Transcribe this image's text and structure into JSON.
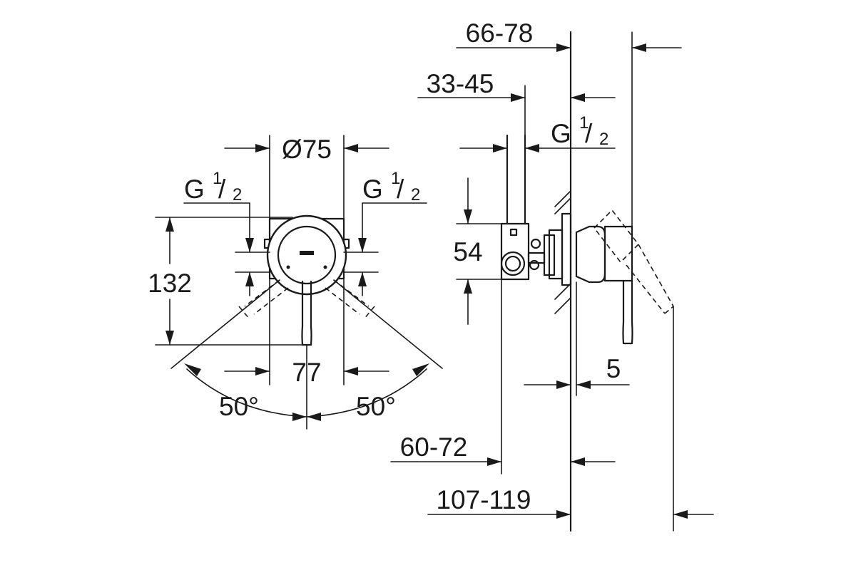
{
  "front_view": {
    "diameter": "Ø75",
    "thread_left": {
      "main": "G",
      "num": "1",
      "den": "2"
    },
    "thread_right": {
      "main": "G",
      "num": "1",
      "den": "2"
    },
    "height": "132",
    "width": "77",
    "angle_left": "50°",
    "angle_right": "50°"
  },
  "side_view": {
    "dim_top": "66-78",
    "dim_upper": "33-45",
    "thread": {
      "main": "G",
      "num": "1",
      "den": "2"
    },
    "height": "54",
    "plate": "5",
    "dim_lower": "60-72",
    "dim_bottom": "107-119"
  }
}
